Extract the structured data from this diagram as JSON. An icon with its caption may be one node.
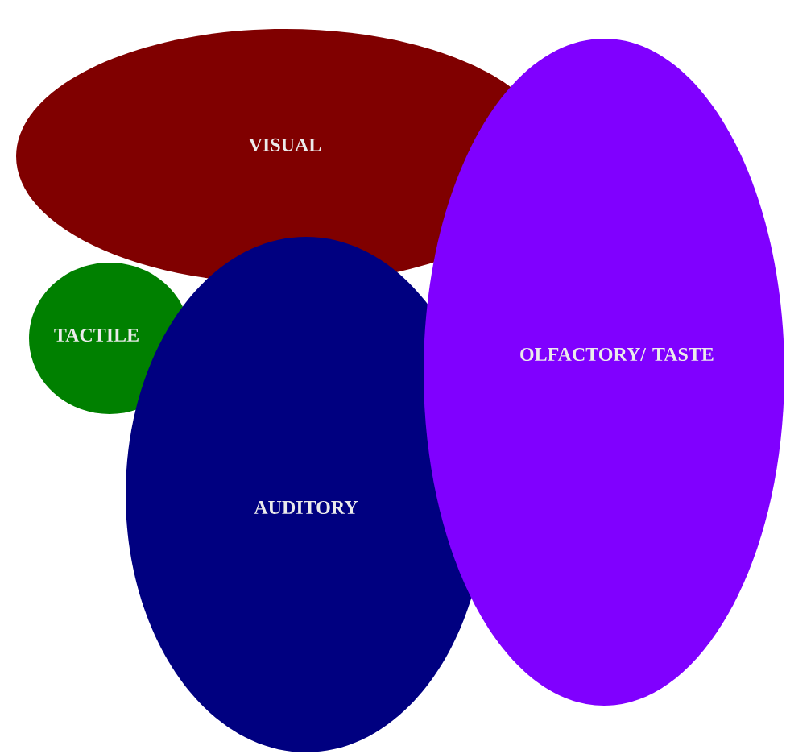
{
  "diagram": {
    "nodes": [
      {
        "text": [
          "VISUAL"
        ]
      },
      {
        "text": [
          "TACTILE"
        ]
      },
      {
        "text": [
          "AUDITORY"
        ]
      },
      {
        "text": [
          "OLFACTORY/ TASTE"
        ]
      }
    ]
  }
}
